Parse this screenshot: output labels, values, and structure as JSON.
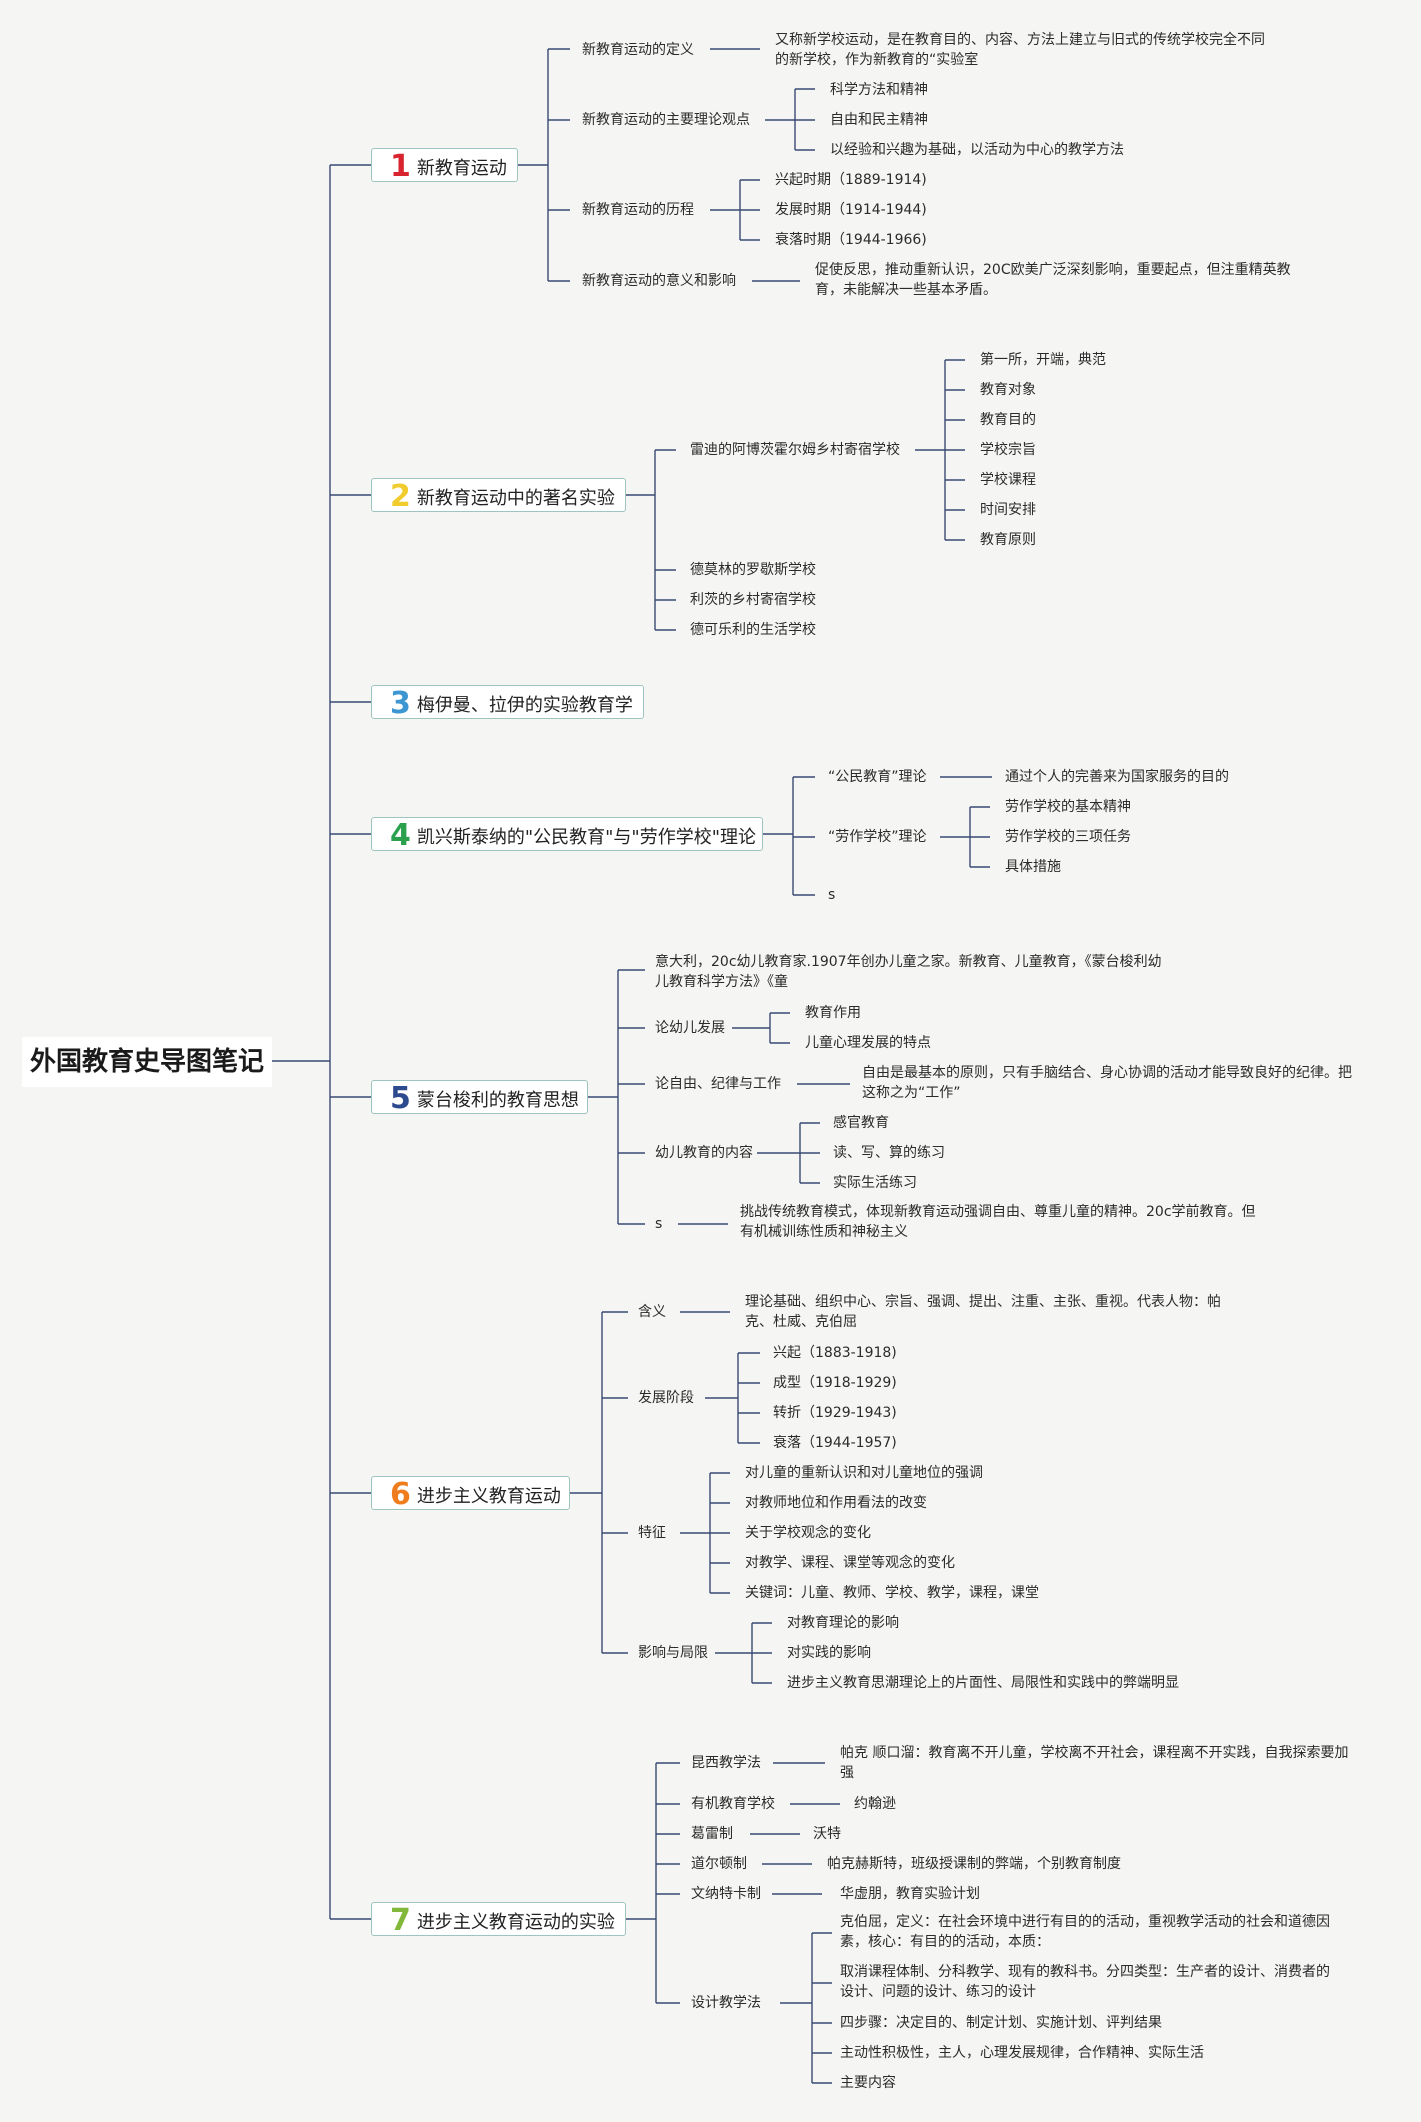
{
  "title": "外国教育史导图笔记",
  "colors": {
    "n1": "#d7242f",
    "n2": "#f0cc2e",
    "n3": "#3c96d2",
    "n4": "#2ba14e",
    "n5": "#2e4a8f",
    "n6": "#ef7d1e",
    "n7": "#82b83a",
    "line": "#3a4a73",
    "box_border": "#9dc4bf"
  },
  "s1": {
    "num": "1",
    "label": "新教育运动",
    "def": {
      "label": "新教育运动的定义",
      "text": "又称新学校运动，是在教育目的、内容、方法上建立与旧式的传统学校完全不同的新学校，作为新教育的“实验室"
    },
    "theory": {
      "label": "新教育运动的主要理论观点",
      "items": [
        "科学方法和精神",
        "自由和民主精神",
        "以经验和兴趣为基础，以活动为中心的教学方法"
      ]
    },
    "history": {
      "label": "新教育运动的历程",
      "items": [
        "兴起时期（1889-1914)",
        "发展时期（1914-1944)",
        "衰落时期（1944-1966)"
      ]
    },
    "meaning": {
      "label": "新教育运动的意义和影响",
      "text": "促使反思，推动重新认识，20C欧美广泛深刻影响，重要起点，但注重精英教育，未能解决一些基本矛盾。"
    }
  },
  "s2": {
    "num": "2",
    "label": "新教育运动中的著名实验",
    "abbot": {
      "label": "雷迪的阿博茨霍尔姆乡村寄宿学校",
      "items": [
        "第一所，开端，典范",
        "教育对象",
        "教育目的",
        "学校宗旨",
        "学校课程",
        "时间安排",
        "教育原则"
      ]
    },
    "others": [
      "德莫林的罗歇斯学校",
      "利茨的乡村寄宿学校",
      "德可乐利的生活学校"
    ]
  },
  "s3": {
    "num": "3",
    "label": "梅伊曼、拉伊的实验教育学"
  },
  "s4": {
    "num": "4",
    "label": "凯兴斯泰纳的\"公民教育\"与\"劳作学校\"理论",
    "civic": {
      "label": "“公民教育”理论",
      "text": "通过个人的完善来为国家服务的目的"
    },
    "work": {
      "label": "“劳作学校”理论",
      "items": [
        "劳作学校的基本精神",
        "劳作学校的三项任务",
        "具体措施"
      ]
    },
    "s": "s"
  },
  "s5": {
    "num": "5",
    "label": "蒙台梭利的教育思想",
    "intro": "意大利，20c幼儿教育家.1907年创办儿童之家。新教育、儿童教育，《蒙台梭利幼儿教育科学方法》《童",
    "dev": {
      "label": "论幼儿发展",
      "items": [
        "教育作用",
        "儿童心理发展的特点"
      ]
    },
    "freedom": {
      "label": "论自由、纪律与工作",
      "text": "自由是最基本的原则，只有手脑结合、身心协调的活动才能导致良好的纪律。把这称之为“工作”"
    },
    "content": {
      "label": "幼儿教育的内容",
      "items": [
        "感官教育",
        "读、写、算的练习",
        "实际生活练习"
      ]
    },
    "s": {
      "label": "s",
      "text": "挑战传统教育模式，体现新教育运动强调自由、尊重儿童的精神。20c学前教育。但有机械训练性质和神秘主义"
    }
  },
  "s6": {
    "num": "6",
    "label": "进步主义教育运动",
    "meaning": {
      "label": "含义",
      "text": "理论基础、组织中心、宗旨、强调、提出、注重、主张、重视。代表人物：帕克、杜威、克伯屈"
    },
    "stages": {
      "label": "发展阶段",
      "items": [
        "兴起（1883-1918)",
        "成型（1918-1929)",
        "转折（1929-1943)",
        "衰落（1944-1957)"
      ]
    },
    "features": {
      "label": "特征",
      "items": [
        "对儿童的重新认识和对儿童地位的强调",
        "对教师地位和作用看法的改变",
        "关于学校观念的变化",
        "对教学、课程、课堂等观念的变化",
        "关键词：儿童、教师、学校、教学，课程，课堂"
      ]
    },
    "impact": {
      "label": "影响与局限",
      "items": [
        "对教育理论的影响",
        "对实践的影响",
        "进步主义教育思潮理论上的片面性、局限性和实践中的弊端明显"
      ]
    }
  },
  "s7": {
    "num": "7",
    "label": "进步主义教育运动的实验",
    "quincy": {
      "label": "昆西教学法",
      "text": "帕克 顺口溜：教育离不开儿童，学校离不开社会，课程离不开实践，自我探索要加强"
    },
    "organic": {
      "label": "有机教育学校",
      "text": "约翰逊"
    },
    "gary": {
      "label": "葛雷制",
      "text": "沃特"
    },
    "dalton": {
      "label": "道尔顿制",
      "text": "帕克赫斯特，班级授课制的弊端，个别教育制度"
    },
    "winnetka": {
      "label": "文纳特卡制",
      "text": "华虚朋，教育实验计划"
    },
    "design": {
      "label": "设计教学法",
      "items": [
        "克伯屈，定义：在社会环境中进行有目的的活动，重视教学活动的社会和道德因素，核心：有目的的活动，本质：",
        "取消课程体制、分科教学、现有的教科书。分四类型：生产者的设计、消费者的设计、问题的设计、练习的设计",
        "四步骤：决定目的、制定计划、实施计划、评判结果",
        "主动性积极性，主人，心理发展规律，合作精神、实际生活",
        "主要内容"
      ]
    }
  }
}
